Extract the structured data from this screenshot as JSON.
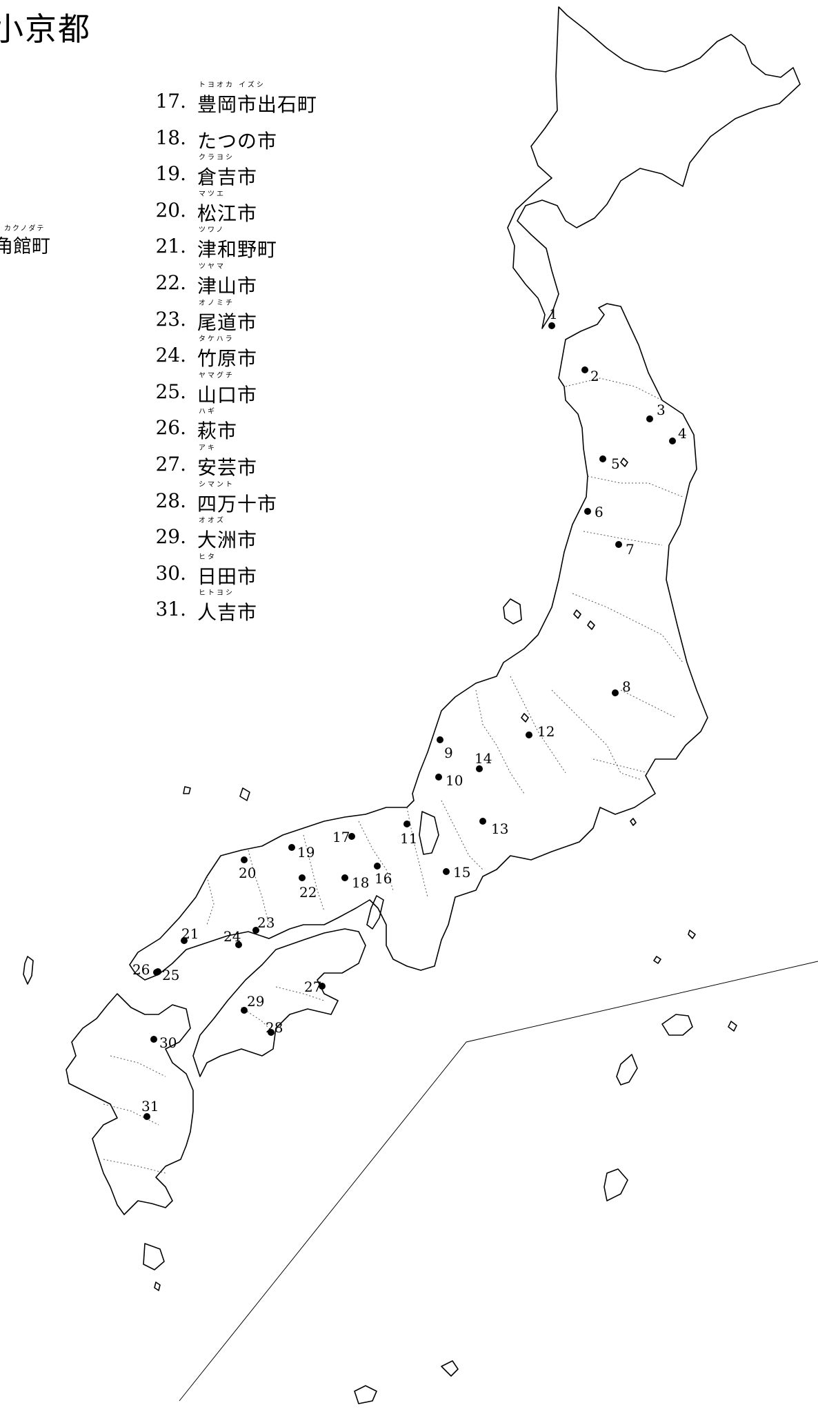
{
  "title": "小京都",
  "partial_entry": {
    "ruby": "カクノダテ",
    "name": "角館町"
  },
  "legend": [
    {
      "number": "17.",
      "name": "豊岡市出石町",
      "ruby": "トヨオカ イズシ"
    },
    {
      "number": "18.",
      "name": "たつの市",
      "ruby": ""
    },
    {
      "number": "19.",
      "name": "倉吉市",
      "ruby": "クラヨシ"
    },
    {
      "number": "20.",
      "name": "松江市",
      "ruby": "マツエ"
    },
    {
      "number": "21.",
      "name": "津和野町",
      "ruby": "ツワノ"
    },
    {
      "number": "22.",
      "name": "津山市",
      "ruby": "ツヤマ"
    },
    {
      "number": "23.",
      "name": "尾道市",
      "ruby": "オノミチ"
    },
    {
      "number": "24.",
      "name": "竹原市",
      "ruby": "タケハラ"
    },
    {
      "number": "25.",
      "name": "山口市",
      "ruby": "ヤマグチ"
    },
    {
      "number": "26.",
      "name": "萩市",
      "ruby": "ハギ"
    },
    {
      "number": "27.",
      "name": "安芸市",
      "ruby": "アキ"
    },
    {
      "number": "28.",
      "name": "四万十市",
      "ruby": "シマント"
    },
    {
      "number": "29.",
      "name": "大洲市",
      "ruby": "オオズ"
    },
    {
      "number": "30.",
      "name": "日田市",
      "ruby": "ヒタ"
    },
    {
      "number": "31.",
      "name": "人吉市",
      "ruby": "ヒトヨシ"
    }
  ],
  "map_markers": [
    "1",
    "2",
    "3",
    "4",
    "5",
    "6",
    "7",
    "8",
    "9",
    "10",
    "11",
    "12",
    "13",
    "14",
    "15",
    "16",
    "17",
    "18",
    "19",
    "20",
    "21",
    "22",
    "23",
    "24",
    "25",
    "26",
    "27",
    "28",
    "29",
    "30",
    "31"
  ],
  "colors": {
    "ink": "#000000",
    "background": "#ffffff"
  }
}
